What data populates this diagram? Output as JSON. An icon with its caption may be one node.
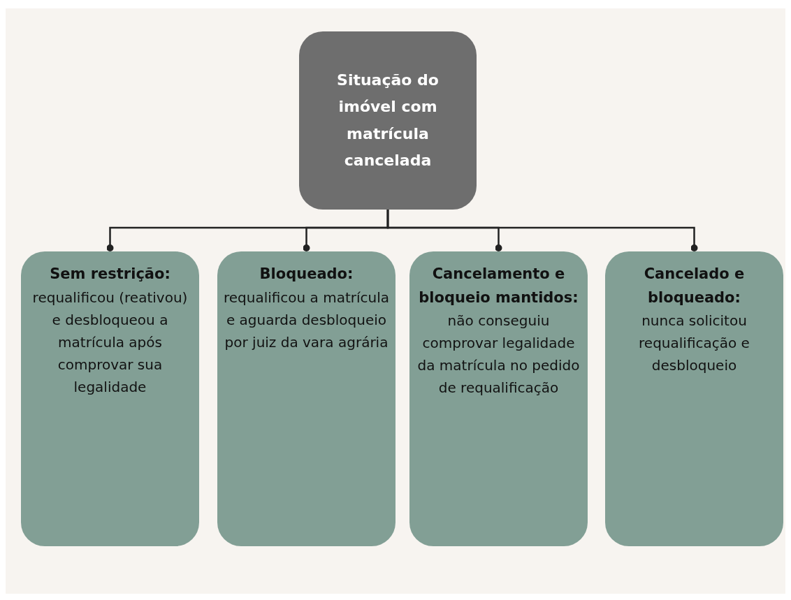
{
  "diagram": {
    "nodes": [
      {
        "text": [
          "Situação do imóvel com matrícula cancelada"
        ]
      },
      {
        "text": [
          "Sem restrição:",
          "requalificou (reativou) e desbloqueou a matrícula após comprovar sua legalidade"
        ]
      },
      {
        "text": [
          "Bloqueado:",
          "requalificou a matrícula e aguarda desbloqueio por juiz da vara agrária"
        ]
      },
      {
        "text": [
          "Cancelamento e bloqueio mantidos:",
          "não conseguiu comprovar legalidade da matrícula no pedido de requalificação"
        ]
      },
      {
        "text": [
          "Cancelado e bloqueado:",
          "nunca solicitou requalificação e desbloqueio"
        ]
      }
    ],
    "edges": [
      {
        "from": 0,
        "to": 1,
        "arrow": "other"
      },
      {
        "from": 0,
        "to": 2,
        "arrow": "other"
      },
      {
        "from": 0,
        "to": 3,
        "arrow": "other"
      },
      {
        "from": 0,
        "to": 4,
        "arrow": "other"
      }
    ]
  }
}
